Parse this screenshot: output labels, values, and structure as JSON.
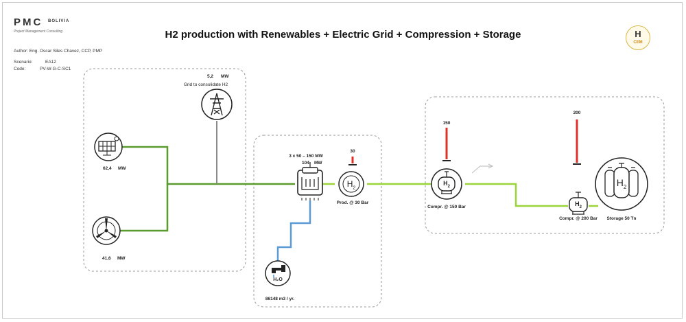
{
  "logo": {
    "text": "PMC",
    "sub": "BOLIVIA",
    "tag": "Project Management Consulting"
  },
  "title": "H2 production with Renewables + Electric Grid + Compression + Storage",
  "author": "Author: Eng. Oscar Siles Chavez, CCP, PMP",
  "scenario_label": "Scenario:",
  "scenario_value": "EA12",
  "code_label": "Code:",
  "code_value": "PV-W-G-C-SC1",
  "badge": {
    "h": "H",
    "sub": "CEM"
  },
  "grid": {
    "label": "Grid to consolidate H2",
    "value": "5,2",
    "unit": "MW"
  },
  "solar": {
    "value": "62,4",
    "unit": "MW"
  },
  "wind": {
    "value": "41,6",
    "unit": "MW"
  },
  "electrolyzer": {
    "spec": "3 x 50 – 150 MW",
    "value": "104",
    "unit": "MW"
  },
  "prod": {
    "pressure": "30",
    "label": "Prod. @ 30 Bar",
    "symbol": "H",
    "subscript": "2"
  },
  "water": {
    "label": "86148 m3 / yr.",
    "symbol": "H₂O"
  },
  "comp150": {
    "pressure": "150",
    "label": "Compr. @ 150 Bar"
  },
  "comp200": {
    "pressure": "200",
    "label": "Compr. @ 200 Bar"
  },
  "storage": {
    "label": "Storage 50 Tn"
  },
  "colors": {
    "green_dark": "#5a9a2e",
    "green_light": "#9bd43a",
    "grey_line": "#8a8a8a",
    "water_blue": "#5b9bd5",
    "pressure_red": "#e0302a"
  }
}
